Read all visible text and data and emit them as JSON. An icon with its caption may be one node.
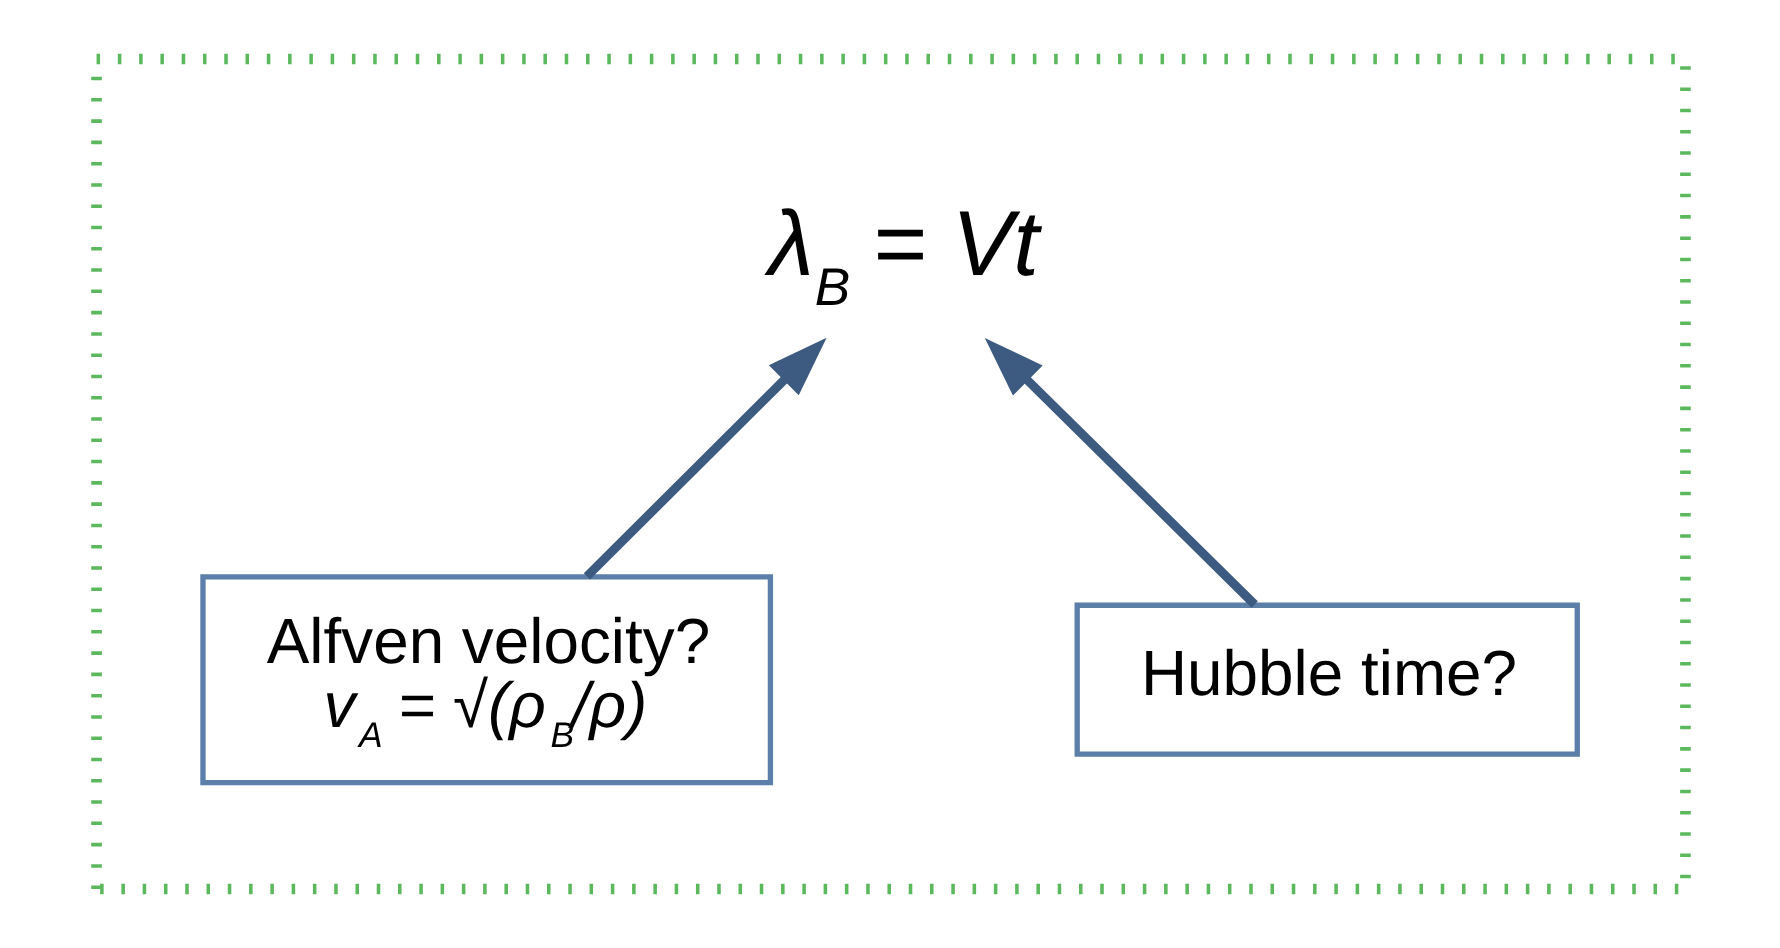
{
  "diagram": {
    "nodes": [
      {
        "text": [],
        "shape": "box"
      },
      {
        "text": [
          "λ$_{B}$ = Vt"
        ],
        "in": 0
      },
      {
        "text": [
          "Alfven velocity?",
          "v$_{A}$ = √(ρ$_{B}$/ρ)"
        ],
        "in": 0
      },
      {
        "text": [
          "Hubble time?"
        ],
        "in": 0
      }
    ],
    "edges": [
      {
        "from": 2,
        "to": 1,
        "arrow": "to"
      },
      {
        "from": 3,
        "to": 1,
        "arrow": "to"
      }
    ]
  }
}
